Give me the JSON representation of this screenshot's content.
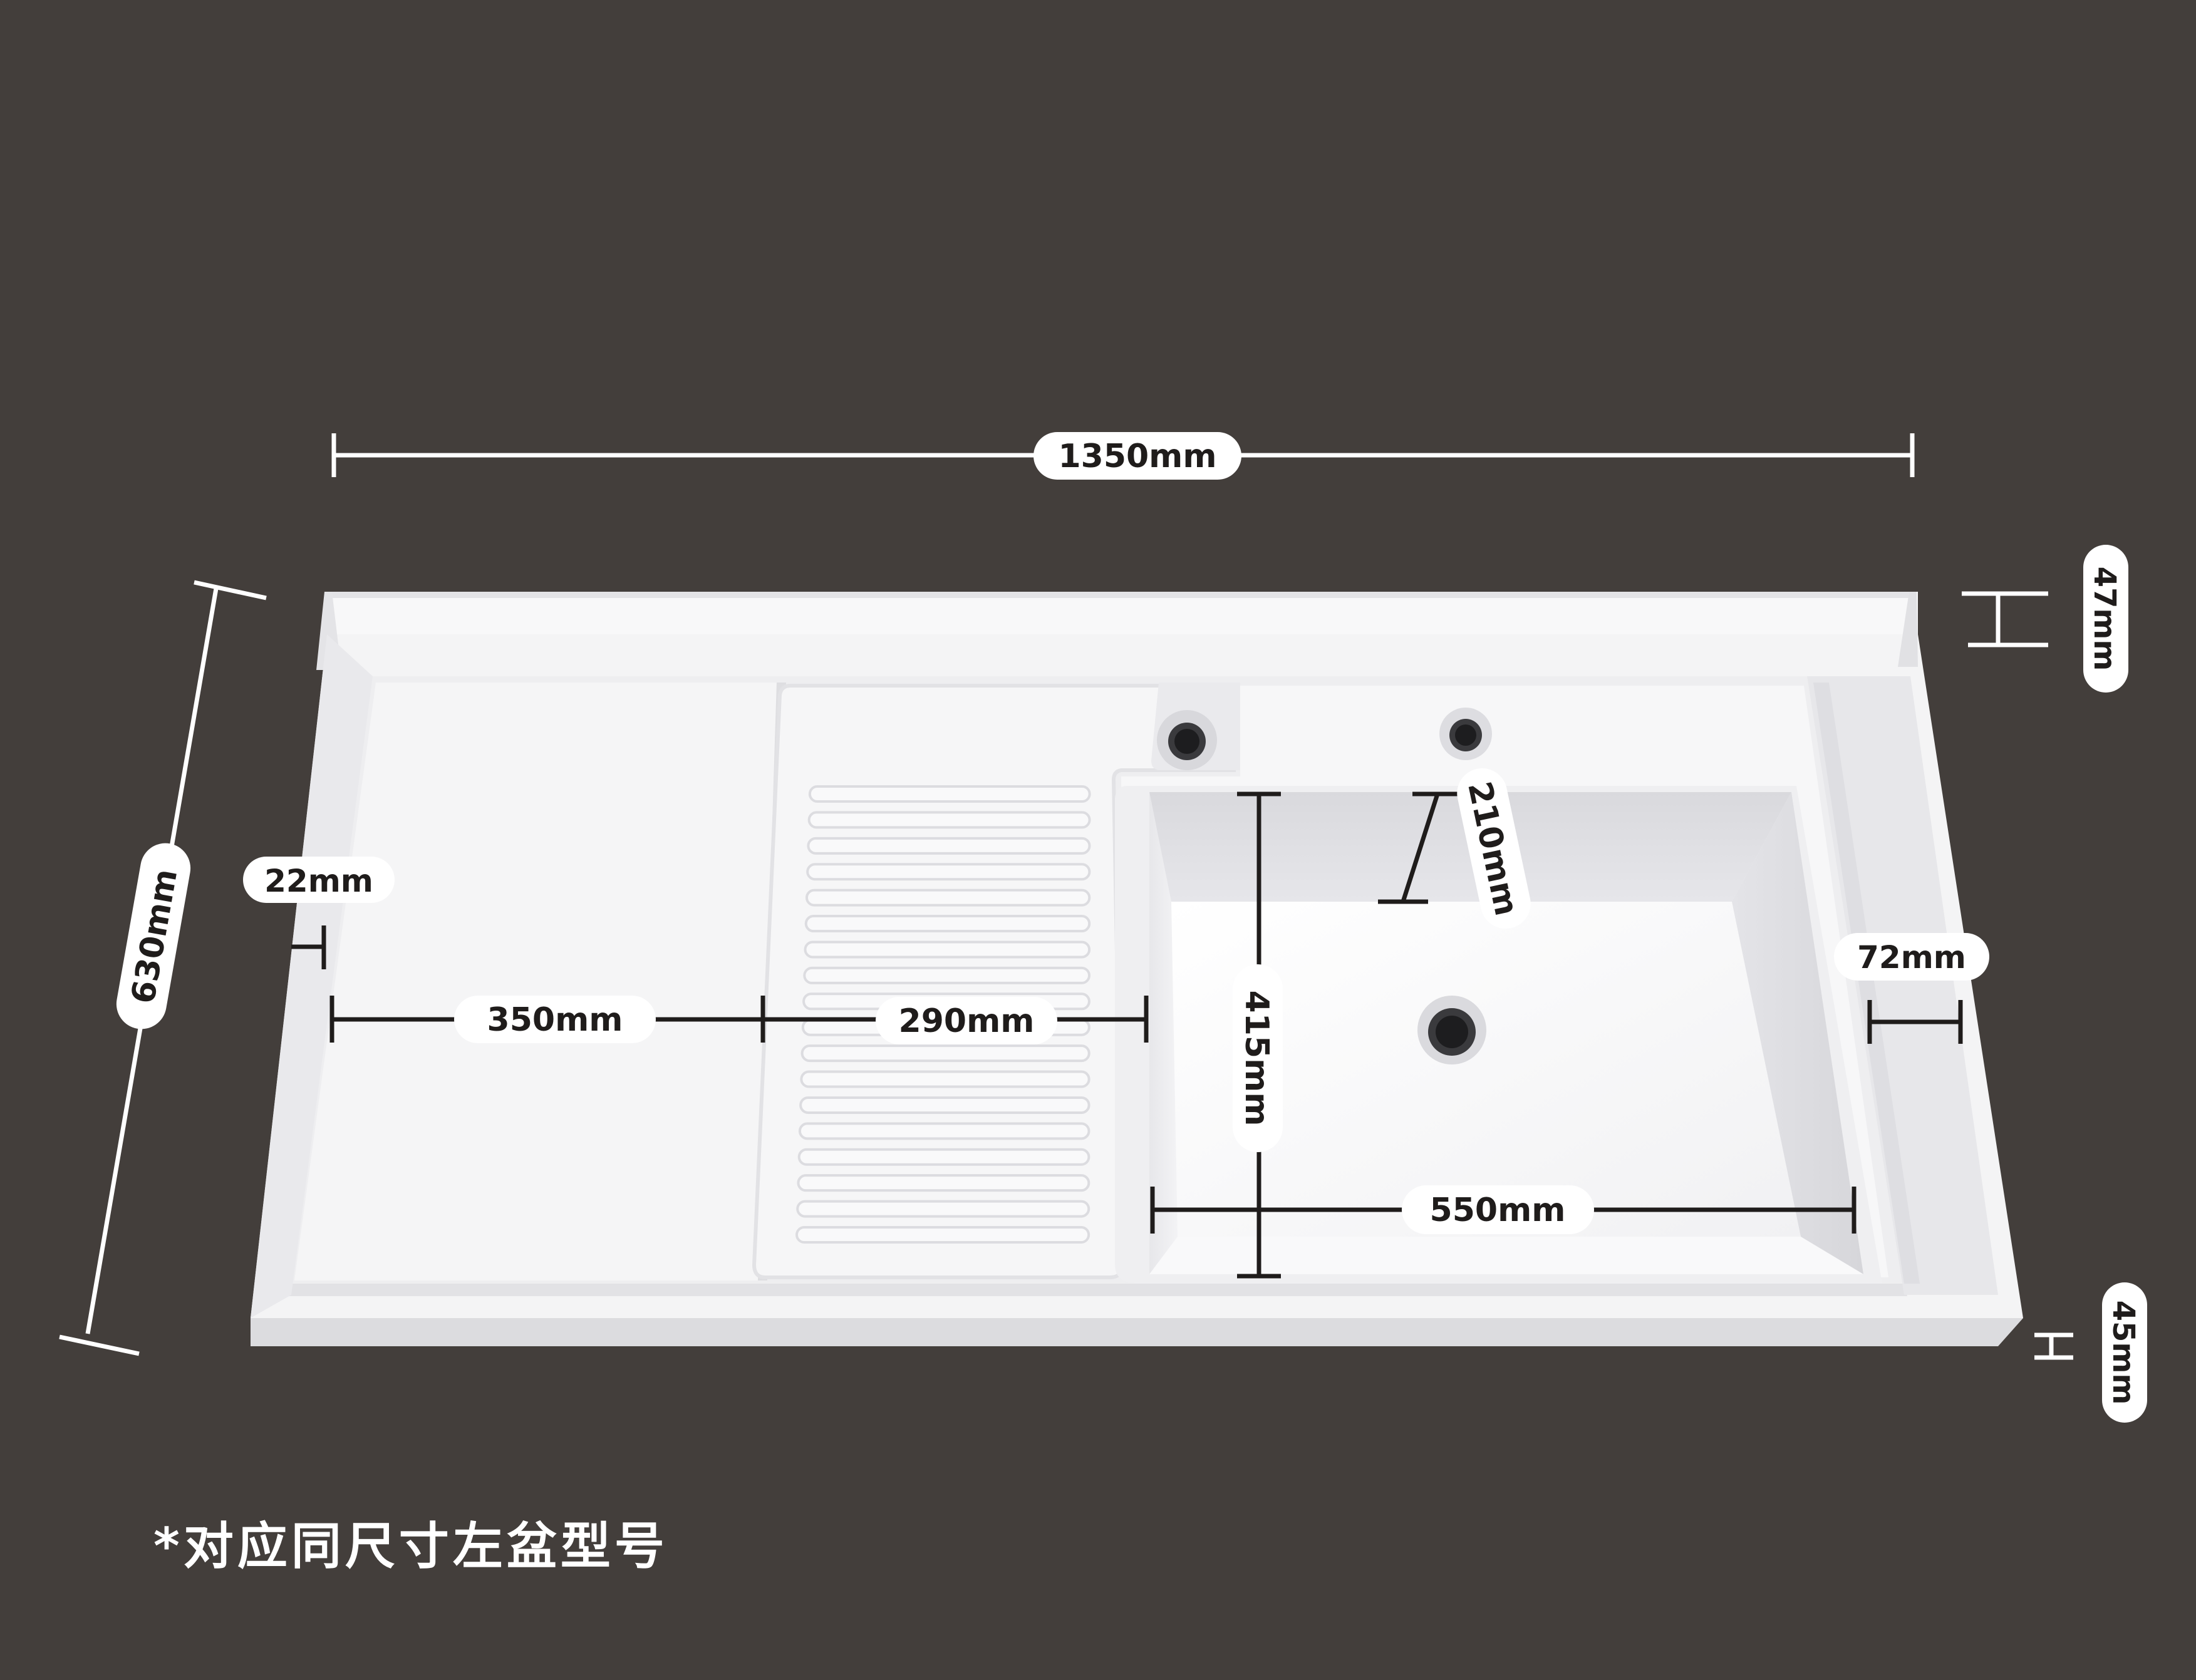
{
  "colors": {
    "background": "#433e3b",
    "sink_body": "#f4f4f5",
    "dimension_light": "#ffffff",
    "dimension_dark": "#1f1c1b"
  },
  "dimensions": {
    "total_width": "1350mm",
    "depth": "630mm",
    "back_splash_height": "47mm",
    "front_edge_thickness": "45mm",
    "left_rim_width": "22mm",
    "left_counter_width": "350mm",
    "washboard_width": "290mm",
    "right_rim_width": "72mm",
    "basin_depth": "210mm",
    "basin_length": "415mm",
    "basin_width": "550mm"
  },
  "footnote": "*对应同尺寸左盆型号"
}
